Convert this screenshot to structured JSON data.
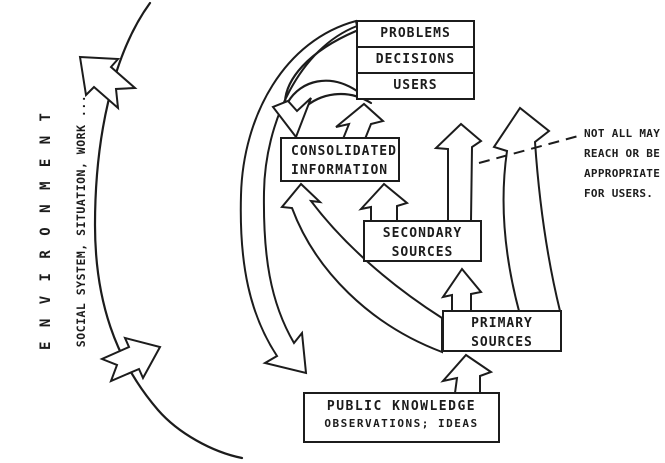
{
  "environment": {
    "label": "E N V I R O N M E N T",
    "sublabel": "SOCIAL SYSTEM, SITUATION, WORK ..."
  },
  "boxes": {
    "stack": {
      "rows": [
        "PROBLEMS",
        "DECISIONS",
        "USERS"
      ]
    },
    "consolidated": {
      "lines": [
        "CONSOLIDATED",
        "INFORMATION"
      ]
    },
    "secondary": {
      "lines": [
        "SECONDARY",
        "SOURCES"
      ]
    },
    "primary": {
      "lines": [
        "PRIMARY",
        "SOURCES"
      ]
    },
    "public_knowledge": {
      "title": "PUBLIC KNOWLEDGE",
      "subtitle": "OBSERVATIONS; IDEAS"
    }
  },
  "note": {
    "lines": [
      "NOT ALL MAY",
      "REACH OR BE",
      "APPROPRIATE",
      "FOR USERS."
    ]
  },
  "colors": {
    "ink": "#1c1c1c",
    "paper": "#ffffff"
  }
}
